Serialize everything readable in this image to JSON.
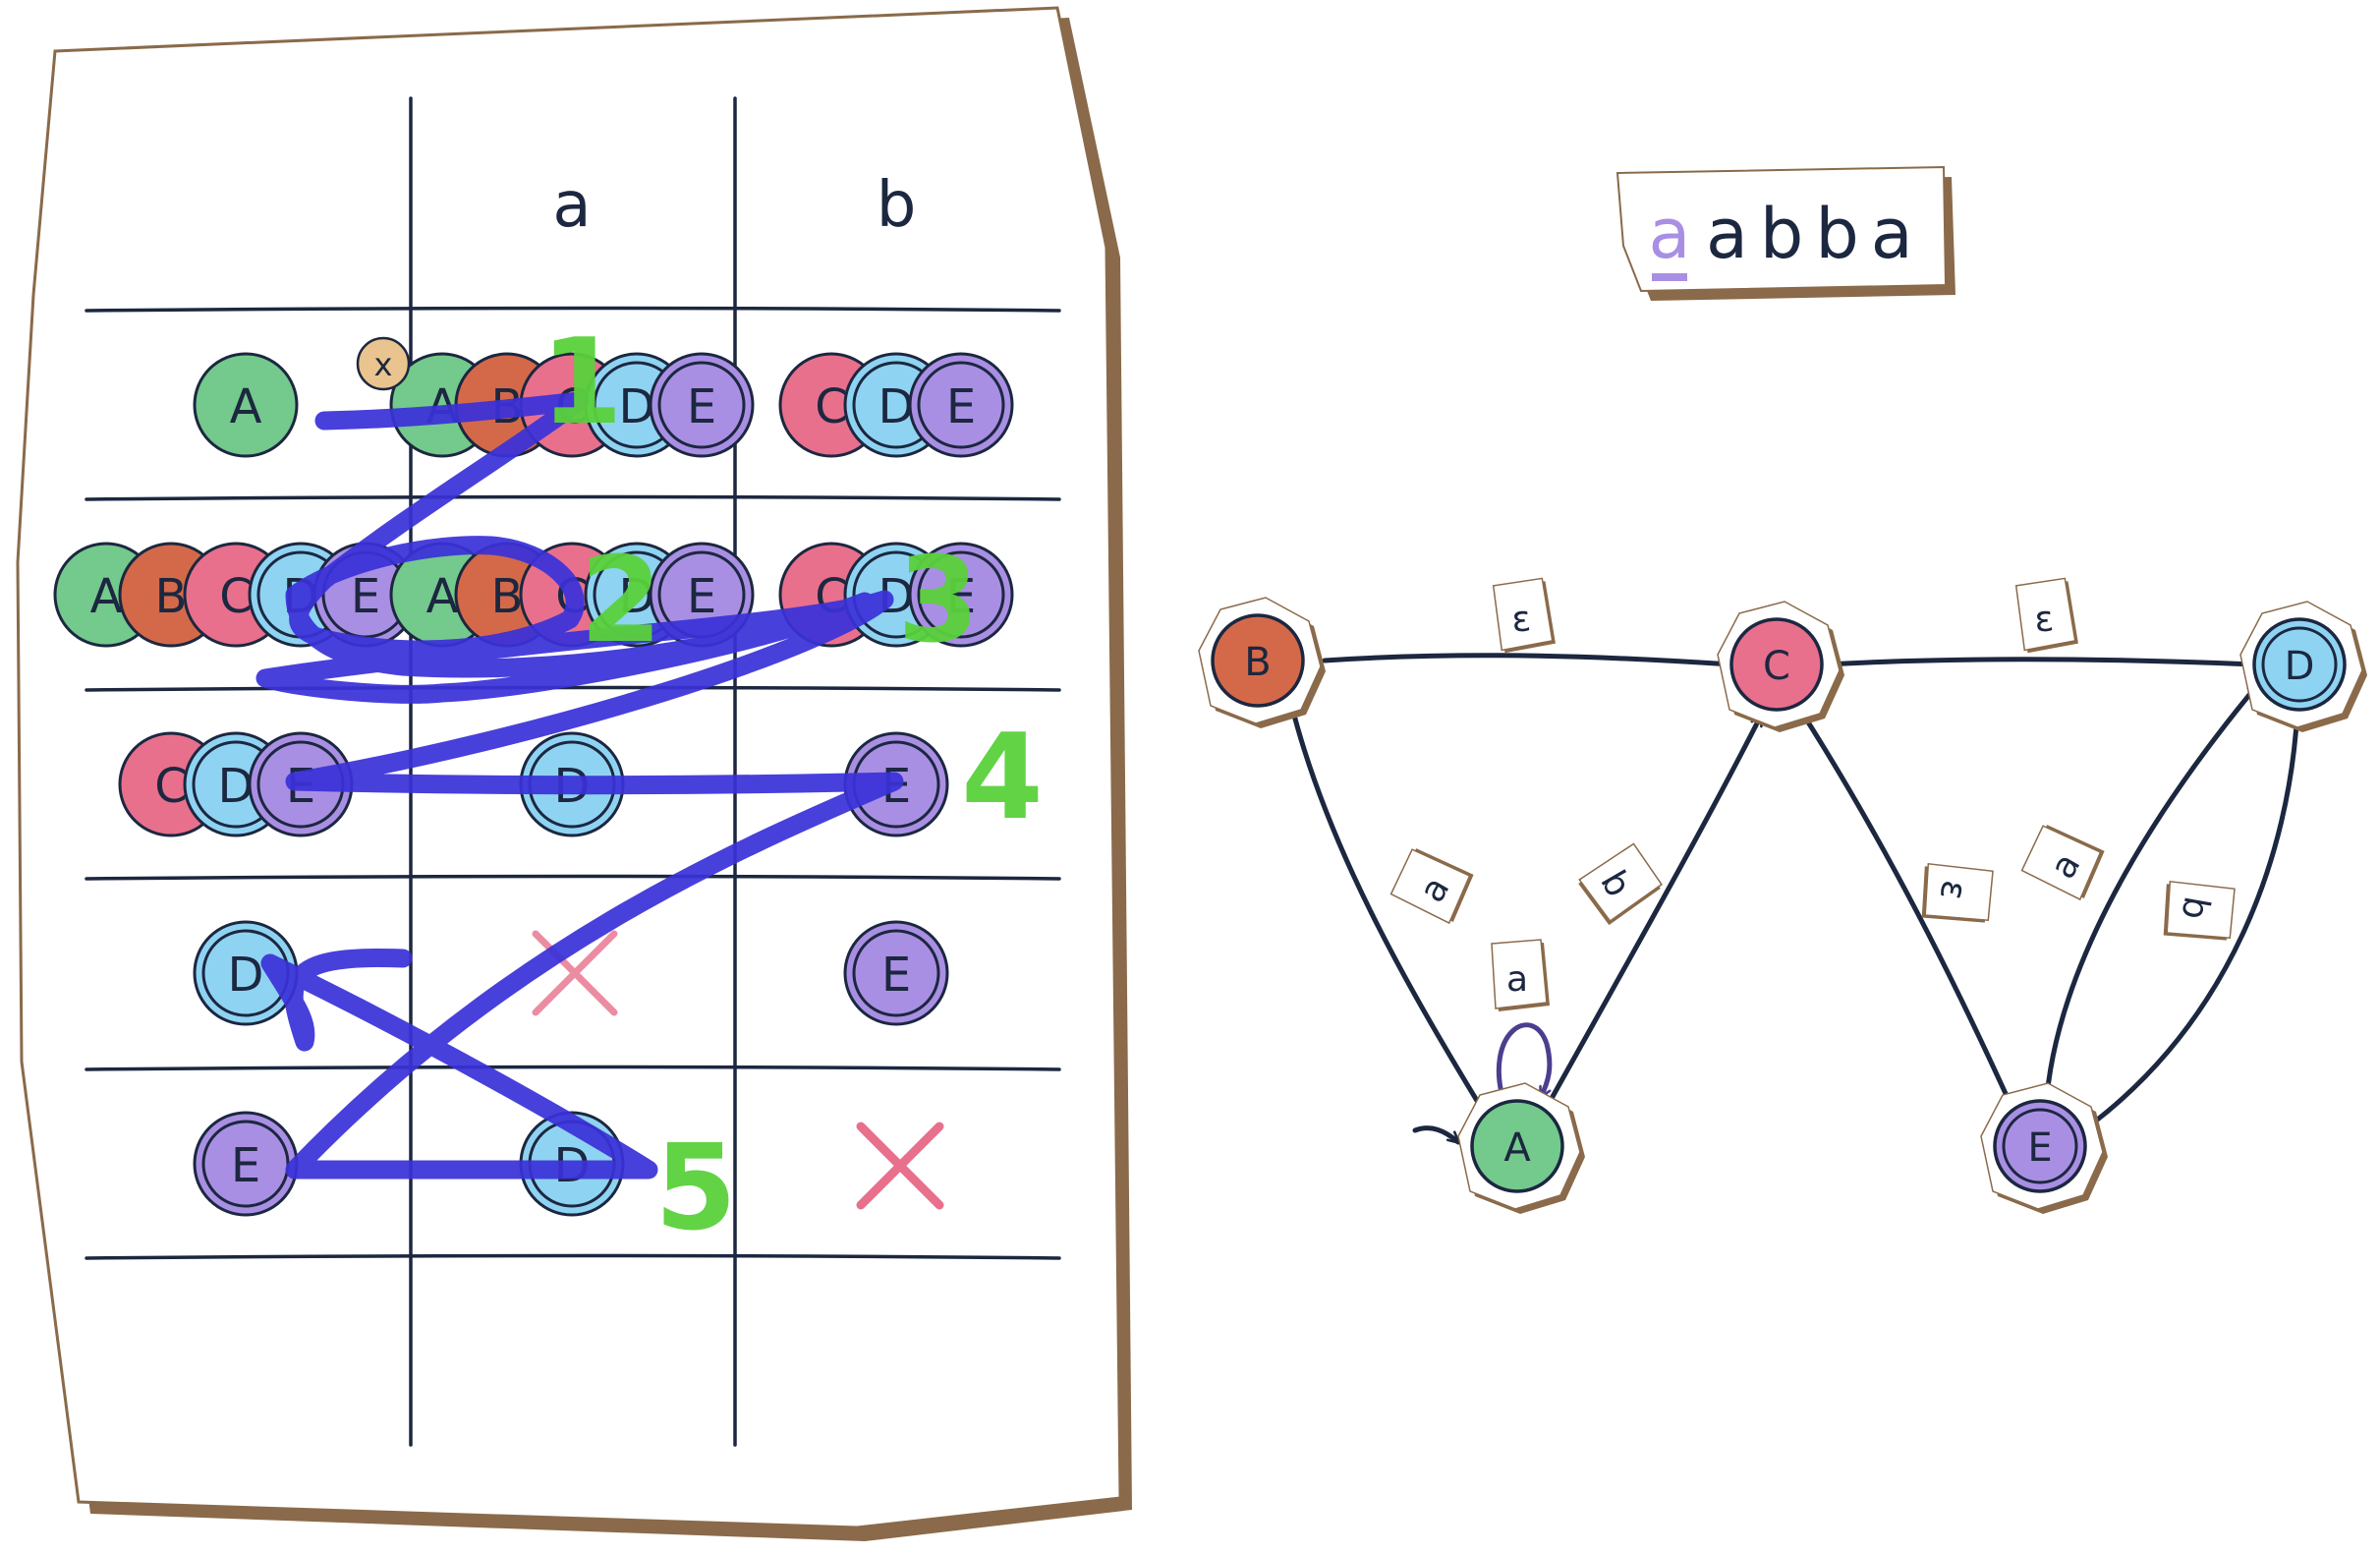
{
  "colors": {
    "A": "#74c98c",
    "B": "#d4694a",
    "C": "#e8708c",
    "D": "#8fd3f2",
    "E": "#a98fe3",
    "ink": "#1c2740",
    "scribble": "#3a31d8",
    "step_number": "#5ad13c",
    "cross": "#e8708c",
    "paper_border": "#8a6a4a",
    "highlight": "#a98fe3",
    "close_badge": "#e9c48e"
  },
  "table": {
    "columns": [
      "a",
      "b"
    ],
    "rows": [
      {
        "state": [
          "A"
        ],
        "a": [
          "A",
          "B",
          "C",
          "D",
          "E"
        ],
        "b": [
          "C",
          "D",
          "E"
        ]
      },
      {
        "state": [
          "A",
          "B",
          "C",
          "D",
          "E"
        ],
        "a": [
          "A",
          "B",
          "C",
          "D",
          "E"
        ],
        "b": [
          "C",
          "D",
          "E"
        ]
      },
      {
        "state": [
          "C",
          "D",
          "E"
        ],
        "a": [
          "D"
        ],
        "b": [
          "E"
        ]
      },
      {
        "state": [
          "D"
        ],
        "a": null,
        "b": [
          "E"
        ]
      },
      {
        "state": [
          "E"
        ],
        "a": [
          "D"
        ],
        "b": null
      }
    ],
    "close_badge_label": "x"
  },
  "step_numbers": [
    "1",
    "2",
    "3",
    "4",
    "5"
  ],
  "input": {
    "first_char": "a",
    "rest": "abba"
  },
  "automaton": {
    "states": [
      {
        "id": "A",
        "initial": true,
        "accepting": false
      },
      {
        "id": "B",
        "initial": false,
        "accepting": false
      },
      {
        "id": "C",
        "initial": false,
        "accepting": false
      },
      {
        "id": "D",
        "initial": false,
        "accepting": true
      },
      {
        "id": "E",
        "initial": false,
        "accepting": true
      }
    ],
    "transitions": [
      {
        "from": "B",
        "to": "C",
        "label": "ε"
      },
      {
        "from": "C",
        "to": "D",
        "label": "ε"
      },
      {
        "from": "A",
        "to": "B",
        "label": "a"
      },
      {
        "from": "A",
        "to": "C",
        "label": "b"
      },
      {
        "from": "A",
        "to": "A",
        "label": "a"
      },
      {
        "from": "C",
        "to": "E",
        "label": "ε"
      },
      {
        "from": "E",
        "to": "D",
        "label": "a"
      },
      {
        "from": "D",
        "to": "E",
        "label": "b"
      }
    ]
  }
}
